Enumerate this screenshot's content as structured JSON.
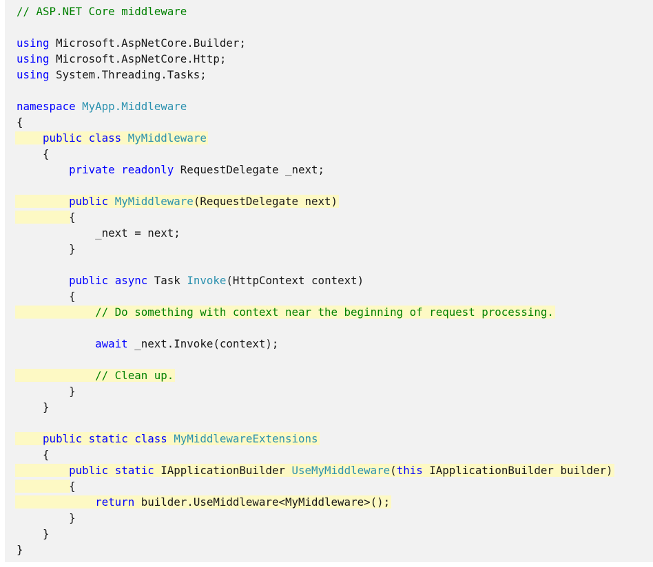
{
  "code_block": {
    "language_hint": "csharp",
    "colors": {
      "page_background": "#ffffff",
      "code_background": "#f2f2f2",
      "highlight": "#fdf9c4",
      "keyword": "#0000ff",
      "type": "#2b91af",
      "comment": "#008000",
      "text": "#171717"
    },
    "lines": [
      {
        "segs": [
          [
            "c",
            "// ASP.NET Core middleware",
            0
          ]
        ]
      },
      {
        "segs": []
      },
      {
        "segs": [
          [
            "k",
            "using",
            0
          ],
          [
            "d",
            " Microsoft.AspNetCore.Builder;",
            0
          ]
        ]
      },
      {
        "segs": [
          [
            "k",
            "using",
            0
          ],
          [
            "d",
            " Microsoft.AspNetCore.Http;",
            0
          ]
        ]
      },
      {
        "segs": [
          [
            "k",
            "using",
            0
          ],
          [
            "d",
            " System.Threading.Tasks;",
            0
          ]
        ]
      },
      {
        "segs": []
      },
      {
        "segs": [
          [
            "k",
            "namespace",
            0
          ],
          [
            "d",
            " ",
            0
          ],
          [
            "t",
            "MyApp.Middleware",
            0
          ]
        ]
      },
      {
        "segs": [
          [
            "d",
            "{",
            0
          ]
        ]
      },
      {
        "segs": [
          [
            "d",
            "    ",
            1
          ],
          [
            "k",
            "public",
            1
          ],
          [
            "d",
            " ",
            1
          ],
          [
            "k",
            "class",
            1
          ],
          [
            "d",
            " ",
            1
          ],
          [
            "t",
            "MyMiddleware",
            1
          ]
        ]
      },
      {
        "segs": [
          [
            "d",
            "    {",
            0
          ]
        ]
      },
      {
        "segs": [
          [
            "d",
            "        ",
            0
          ],
          [
            "k",
            "private",
            0
          ],
          [
            "d",
            " ",
            0
          ],
          [
            "k",
            "readonly",
            0
          ],
          [
            "d",
            " RequestDelegate _next;",
            0
          ]
        ]
      },
      {
        "segs": []
      },
      {
        "segs": [
          [
            "d",
            "        ",
            1
          ],
          [
            "k",
            "public",
            1
          ],
          [
            "d",
            " ",
            1
          ],
          [
            "t",
            "MyMiddleware",
            1
          ],
          [
            "d",
            "(RequestDelegate next)",
            1
          ]
        ]
      },
      {
        "segs": [
          [
            "d",
            "        ",
            1
          ],
          [
            "d",
            "{",
            0
          ]
        ]
      },
      {
        "segs": [
          [
            "d",
            "            _next = next;",
            0
          ]
        ]
      },
      {
        "segs": [
          [
            "d",
            "        }",
            0
          ]
        ]
      },
      {
        "segs": []
      },
      {
        "segs": [
          [
            "d",
            "        ",
            0
          ],
          [
            "k",
            "public",
            0
          ],
          [
            "d",
            " ",
            0
          ],
          [
            "k",
            "async",
            0
          ],
          [
            "d",
            " Task ",
            0
          ],
          [
            "t",
            "Invoke",
            0
          ],
          [
            "d",
            "(HttpContext context)",
            0
          ]
        ]
      },
      {
        "segs": [
          [
            "d",
            "        {",
            0
          ]
        ]
      },
      {
        "segs": [
          [
            "d",
            "            ",
            1
          ],
          [
            "c",
            "// Do something with context near the beginning of request processing.",
            1
          ]
        ]
      },
      {
        "segs": []
      },
      {
        "segs": [
          [
            "d",
            "            ",
            0
          ],
          [
            "k",
            "await",
            0
          ],
          [
            "d",
            " _next.Invoke(context);",
            0
          ]
        ]
      },
      {
        "segs": []
      },
      {
        "segs": [
          [
            "d",
            "            ",
            1
          ],
          [
            "c",
            "// Clean up.",
            1
          ]
        ]
      },
      {
        "segs": [
          [
            "d",
            "        }",
            0
          ]
        ]
      },
      {
        "segs": [
          [
            "d",
            "    }",
            0
          ]
        ]
      },
      {
        "segs": []
      },
      {
        "segs": [
          [
            "d",
            "    ",
            1
          ],
          [
            "k",
            "public",
            1
          ],
          [
            "d",
            " ",
            1
          ],
          [
            "k",
            "static",
            1
          ],
          [
            "d",
            " ",
            1
          ],
          [
            "k",
            "class",
            1
          ],
          [
            "d",
            " ",
            1
          ],
          [
            "t",
            "MyMiddlewareExtensions",
            1
          ]
        ]
      },
      {
        "segs": [
          [
            "d",
            "    {",
            0
          ]
        ]
      },
      {
        "segs": [
          [
            "d",
            "        ",
            1
          ],
          [
            "k",
            "public",
            1
          ],
          [
            "d",
            " ",
            1
          ],
          [
            "k",
            "static",
            1
          ],
          [
            "d",
            " IApplicationBuilder ",
            1
          ],
          [
            "t",
            "UseMyMiddleware",
            1
          ],
          [
            "d",
            "(",
            1
          ],
          [
            "k",
            "this",
            1
          ],
          [
            "d",
            " IApplicationBuilder builder)",
            1
          ]
        ]
      },
      {
        "segs": [
          [
            "d",
            "        ",
            1
          ],
          [
            "d",
            "{",
            0
          ]
        ]
      },
      {
        "segs": [
          [
            "d",
            "            ",
            1
          ],
          [
            "k",
            "return",
            1
          ],
          [
            "d",
            " builder.UseMiddleware<MyMiddleware>();",
            1
          ]
        ]
      },
      {
        "segs": [
          [
            "d",
            "        }",
            0
          ]
        ]
      },
      {
        "segs": [
          [
            "d",
            "    }",
            0
          ]
        ]
      },
      {
        "segs": [
          [
            "d",
            "}",
            0
          ]
        ]
      }
    ]
  }
}
